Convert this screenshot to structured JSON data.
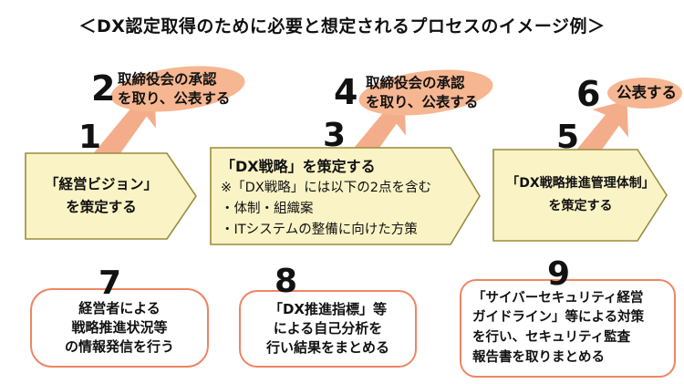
{
  "title": "＜DX認定取得のために必要と想定されるプロセスのイメージ例＞",
  "colors": {
    "chevron_fill": "#FAF3C5",
    "chevron_border": "#9A8C3F",
    "accent_peach": "#F4AD8A",
    "highlight_ellipse": "#F6B691",
    "result_box_border": "#EF8465",
    "text": "#111111"
  },
  "steps": [
    {
      "num": "1",
      "kind": "chevron",
      "lines": [
        "「経営ビジョン」",
        "を策定する"
      ]
    },
    {
      "num": "2",
      "kind": "highlight-callout",
      "lines": [
        "取締役会の承認",
        "を取り、公表する"
      ]
    },
    {
      "num": "3",
      "kind": "chevron",
      "heading": "「DX戦略」を策定する",
      "lines": [
        "※「DX戦略」には以下の2点を含む",
        "・体制・組織案",
        "・ITシステムの整備に向けた方策"
      ]
    },
    {
      "num": "4",
      "kind": "highlight-callout",
      "lines": [
        "取締役会の承認",
        "を取り、公表する"
      ]
    },
    {
      "num": "5",
      "kind": "chevron",
      "lines": [
        "「DX戦略推進管理体制」",
        "を策定する"
      ]
    },
    {
      "num": "6",
      "kind": "highlight-callout",
      "lines": [
        "公表する"
      ]
    },
    {
      "num": "7",
      "kind": "rounded-box",
      "lines": [
        "経営者による",
        "戦略推進状況等",
        "の情報発信を行う"
      ]
    },
    {
      "num": "8",
      "kind": "rounded-box",
      "lines": [
        "「DX推進指標」等",
        "による自己分析を",
        "行い結果をまとめる"
      ]
    },
    {
      "num": "9",
      "kind": "rounded-box",
      "lines": [
        "「サイバーセキュリティ経営",
        "ガイドライン」等による対策",
        "を行い、セキュリティ監査",
        "報告書を取りまとめる"
      ]
    }
  ]
}
